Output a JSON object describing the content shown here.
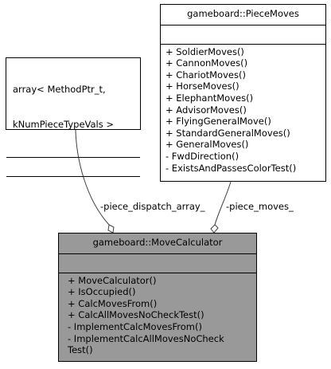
{
  "array_class": {
    "title_line1": "array< MethodPtr_t,",
    "title_line2": "kNumPieceTypeVals >"
  },
  "piece_moves_class": {
    "title": "gameboard::PieceMoves",
    "methods": [
      "+ SoldierMoves()",
      "+ CannonMoves()",
      "+ ChariotMoves()",
      "+ HorseMoves()",
      "+ ElephantMoves()",
      "+ AdvisorMoves()",
      "+ FlyingGeneralMove()",
      "+ StandardGeneralMoves()",
      "+ GeneralMoves()",
      "- FwdDirection()",
      "- ExistsAndPassesColorTest()"
    ]
  },
  "move_calculator_class": {
    "title": "gameboard::MoveCalculator",
    "methods": [
      "+ MoveCalculator()",
      "+ IsOccupied()",
      "+ CalcMovesFrom()",
      "+ CalcAllMovesNoCheckTest()",
      "- ImplementCalcMovesFrom()",
      "- ImplementCalcAllMovesNoCheck",
      "Test()"
    ]
  },
  "relations": {
    "piece_dispatch_label": "-piece_dispatch_array_",
    "piece_moves_label": "-piece_moves_"
  }
}
